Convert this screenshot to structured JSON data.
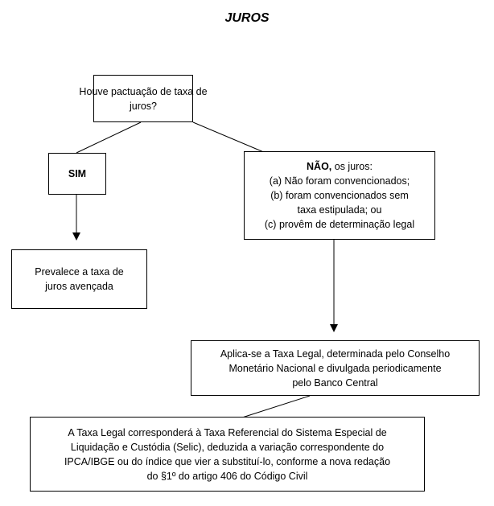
{
  "title": "JUROS",
  "question": {
    "lines": [
      "Houve pactuação de taxa de",
      "juros?"
    ]
  },
  "yes_box": {
    "label": "SIM"
  },
  "no_box": {
    "heading": "NÃO,",
    "heading_rest": " os juros:",
    "lines": [
      "(a) Não foram convencionados;",
      "(b) foram convencionados sem",
      "taxa estipulada; ou",
      "(c) provêm de determinação legal"
    ]
  },
  "yes_result": {
    "lines": [
      "Prevalece a taxa de",
      "juros avençada"
    ]
  },
  "legal_rate": {
    "lines": [
      "Aplica-se a Taxa Legal, determinada pelo Conselho",
      "Monetário Nacional e divulgada periodicamente",
      "pelo Banco Central"
    ]
  },
  "selic": {
    "lines": [
      "A Taxa Legal corresponderá à Taxa Referencial do Sistema Especial de",
      "Liquidação e Custódia (Selic), deduzida a variação correspondente do",
      "IPCA/IBGE ou do índice que vier a substituí-lo, conforme a nova redação",
      "do §1º do artigo 406 do Código Civil"
    ]
  }
}
